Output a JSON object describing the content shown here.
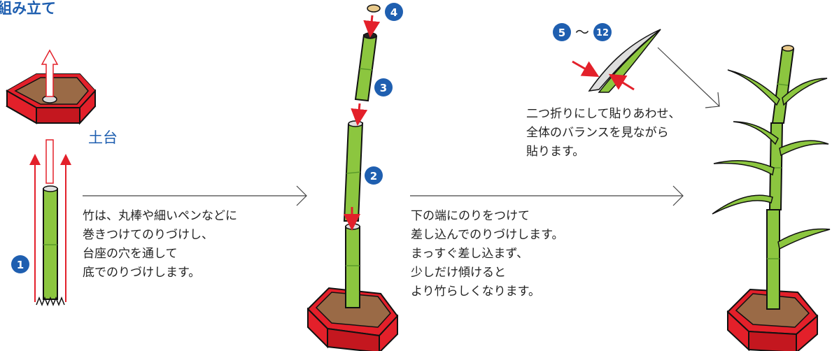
{
  "title": "組み立て",
  "base_label": "土台",
  "steps": {
    "s1": "1",
    "s2": "2",
    "s3": "3",
    "s4": "4",
    "s5": "5",
    "s12": "12",
    "range_sep": "〜"
  },
  "instructions": {
    "step1": [
      "竹は、丸棒や細いペンなどに",
      "巻きつけてのりづけし、",
      "台座の穴を通して",
      "底でのりづけします。"
    ],
    "step2": [
      "下の端にのりをつけて",
      "差し込んでのりづけします。",
      "まっすぐ差し込まず、",
      "少しだけ傾けると",
      "より竹らしくなります。"
    ],
    "step3": [
      "二つ折りにして貼りあわせ、",
      "全体のバランスを見ながら",
      "貼ります。"
    ]
  },
  "colors": {
    "base_red": "#e3202a",
    "base_top": "#9a6a46",
    "bamboo": "#8cc63f",
    "bamboo_dark": "#3a7d24",
    "badge": "#1f5fb0",
    "arrow_red": "#e3202a"
  }
}
